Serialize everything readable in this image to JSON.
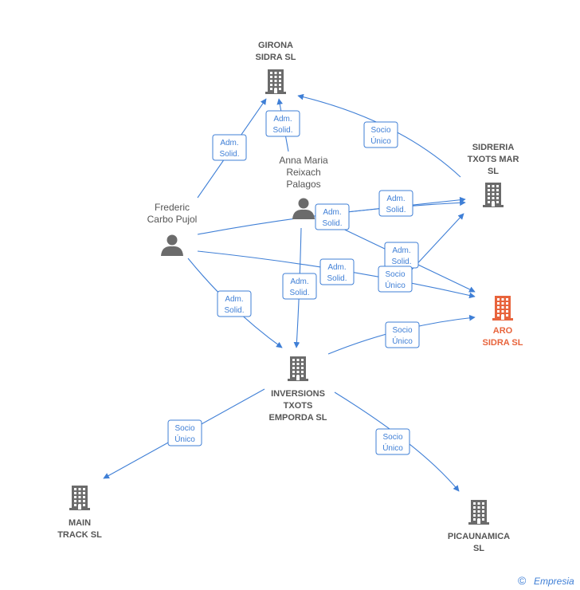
{
  "nodes": [
    {
      "id": "girona",
      "type": "company",
      "lines": [
        "GIRONA",
        "SIDRA  SL"
      ],
      "color": "#6b6b6b"
    },
    {
      "id": "sidreria",
      "type": "company",
      "lines": [
        "SIDRERIA",
        "TXOTS MAR",
        "SL"
      ],
      "color": "#6b6b6b"
    },
    {
      "id": "aro",
      "type": "company",
      "lines": [
        "ARO",
        "SIDRA  SL"
      ],
      "color": "#e8643c"
    },
    {
      "id": "inversions",
      "type": "company",
      "lines": [
        "INVERSIONS",
        "TXOTS",
        "EMPORDA  SL"
      ],
      "color": "#6b6b6b"
    },
    {
      "id": "main",
      "type": "company",
      "lines": [
        "MAIN",
        "TRACK  SL"
      ],
      "color": "#6b6b6b"
    },
    {
      "id": "picau",
      "type": "company",
      "lines": [
        "PICAUNAMICA",
        "SL"
      ],
      "color": "#6b6b6b"
    },
    {
      "id": "frederic",
      "type": "person",
      "lines": [
        "Frederic",
        "Carbo Pujol"
      ],
      "color": "#6b6b6b"
    },
    {
      "id": "anna",
      "type": "person",
      "lines": [
        "Anna Maria",
        "Reixach",
        "Palagos"
      ],
      "color": "#6b6b6b"
    }
  ],
  "edges": [
    {
      "from": "frederic",
      "to": "girona",
      "label": [
        "Adm.",
        "Solid."
      ]
    },
    {
      "from": "anna",
      "to": "girona",
      "label": [
        "Adm.",
        "Solid."
      ]
    },
    {
      "from": "sidreria",
      "to": "girona",
      "label": [
        "Socio",
        "Único"
      ]
    },
    {
      "from": "anna",
      "to": "sidreria",
      "label": [
        "Adm.",
        "Solid."
      ]
    },
    {
      "from": "frederic",
      "to": "sidreria",
      "label": [
        "Adm.",
        "Solid."
      ]
    },
    {
      "from": "anna",
      "to": "aro",
      "label": [
        "Adm.",
        "Solid."
      ]
    },
    {
      "from": "frederic",
      "to": "aro",
      "label": [
        "Adm.",
        "Solid."
      ]
    },
    {
      "from": "inversions",
      "to": "sidreria",
      "label": [
        "Socio",
        "Único"
      ]
    },
    {
      "from": "inversions",
      "to": "aro",
      "label": [
        "Socio",
        "Único"
      ]
    },
    {
      "from": "frederic",
      "to": "inversions",
      "label": [
        "Adm.",
        "Solid."
      ]
    },
    {
      "from": "anna",
      "to": "inversions",
      "label": [
        "Adm.",
        "Solid."
      ]
    },
    {
      "from": "inversions",
      "to": "main",
      "label": [
        "Socio",
        "Único"
      ]
    },
    {
      "from": "inversions",
      "to": "picau",
      "label": [
        "Socio",
        "Único"
      ]
    }
  ],
  "footer": {
    "copyright_symbol": "©",
    "brand": "Empresia"
  }
}
